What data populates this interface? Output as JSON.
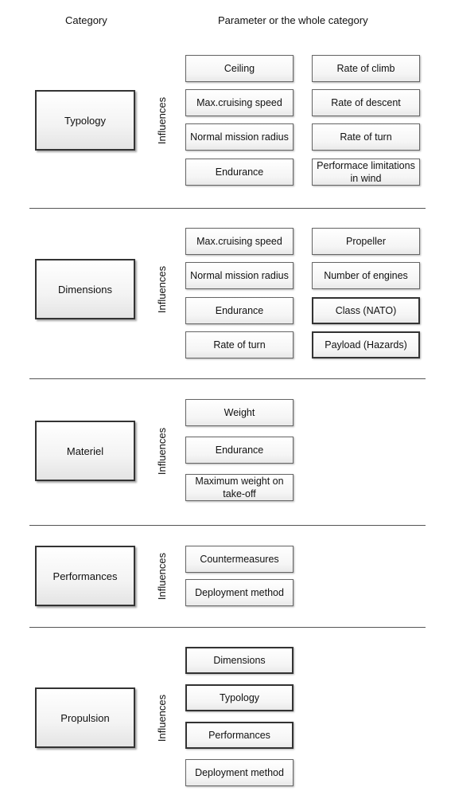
{
  "header": {
    "category_label": "Category",
    "parameter_label": "Parameter  or the whole category"
  },
  "sections": {
    "typology": {
      "category": "Typology",
      "influences": "Influences",
      "params": [
        "Ceiling",
        "Max.cruising speed",
        "Normal mission radius",
        "Endurance",
        "Rate of climb",
        "Rate of descent",
        "Rate of turn",
        "Performace limitations in wind"
      ]
    },
    "dimensions": {
      "category": "Dimensions",
      "influences": "Influences",
      "params": [
        "Max.cruising speed",
        "Normal mission radius",
        "Endurance",
        "Rate of turn",
        "Propeller",
        "Number of engines",
        "Class (NATO)",
        "Payload (Hazards)"
      ]
    },
    "materiel": {
      "category": "Materiel",
      "influences": "Influences",
      "params": [
        "Weight",
        "Endurance",
        "Maximum weight on take-off"
      ]
    },
    "performances": {
      "category": "Performances",
      "influences": "Influences",
      "params": [
        "Countermeasures",
        "Deployment method"
      ]
    },
    "propulsion": {
      "category": "Propulsion",
      "influences": "Influences",
      "params": [
        "Dimensions",
        "Typology",
        "Performances",
        "Deployment method"
      ]
    }
  }
}
